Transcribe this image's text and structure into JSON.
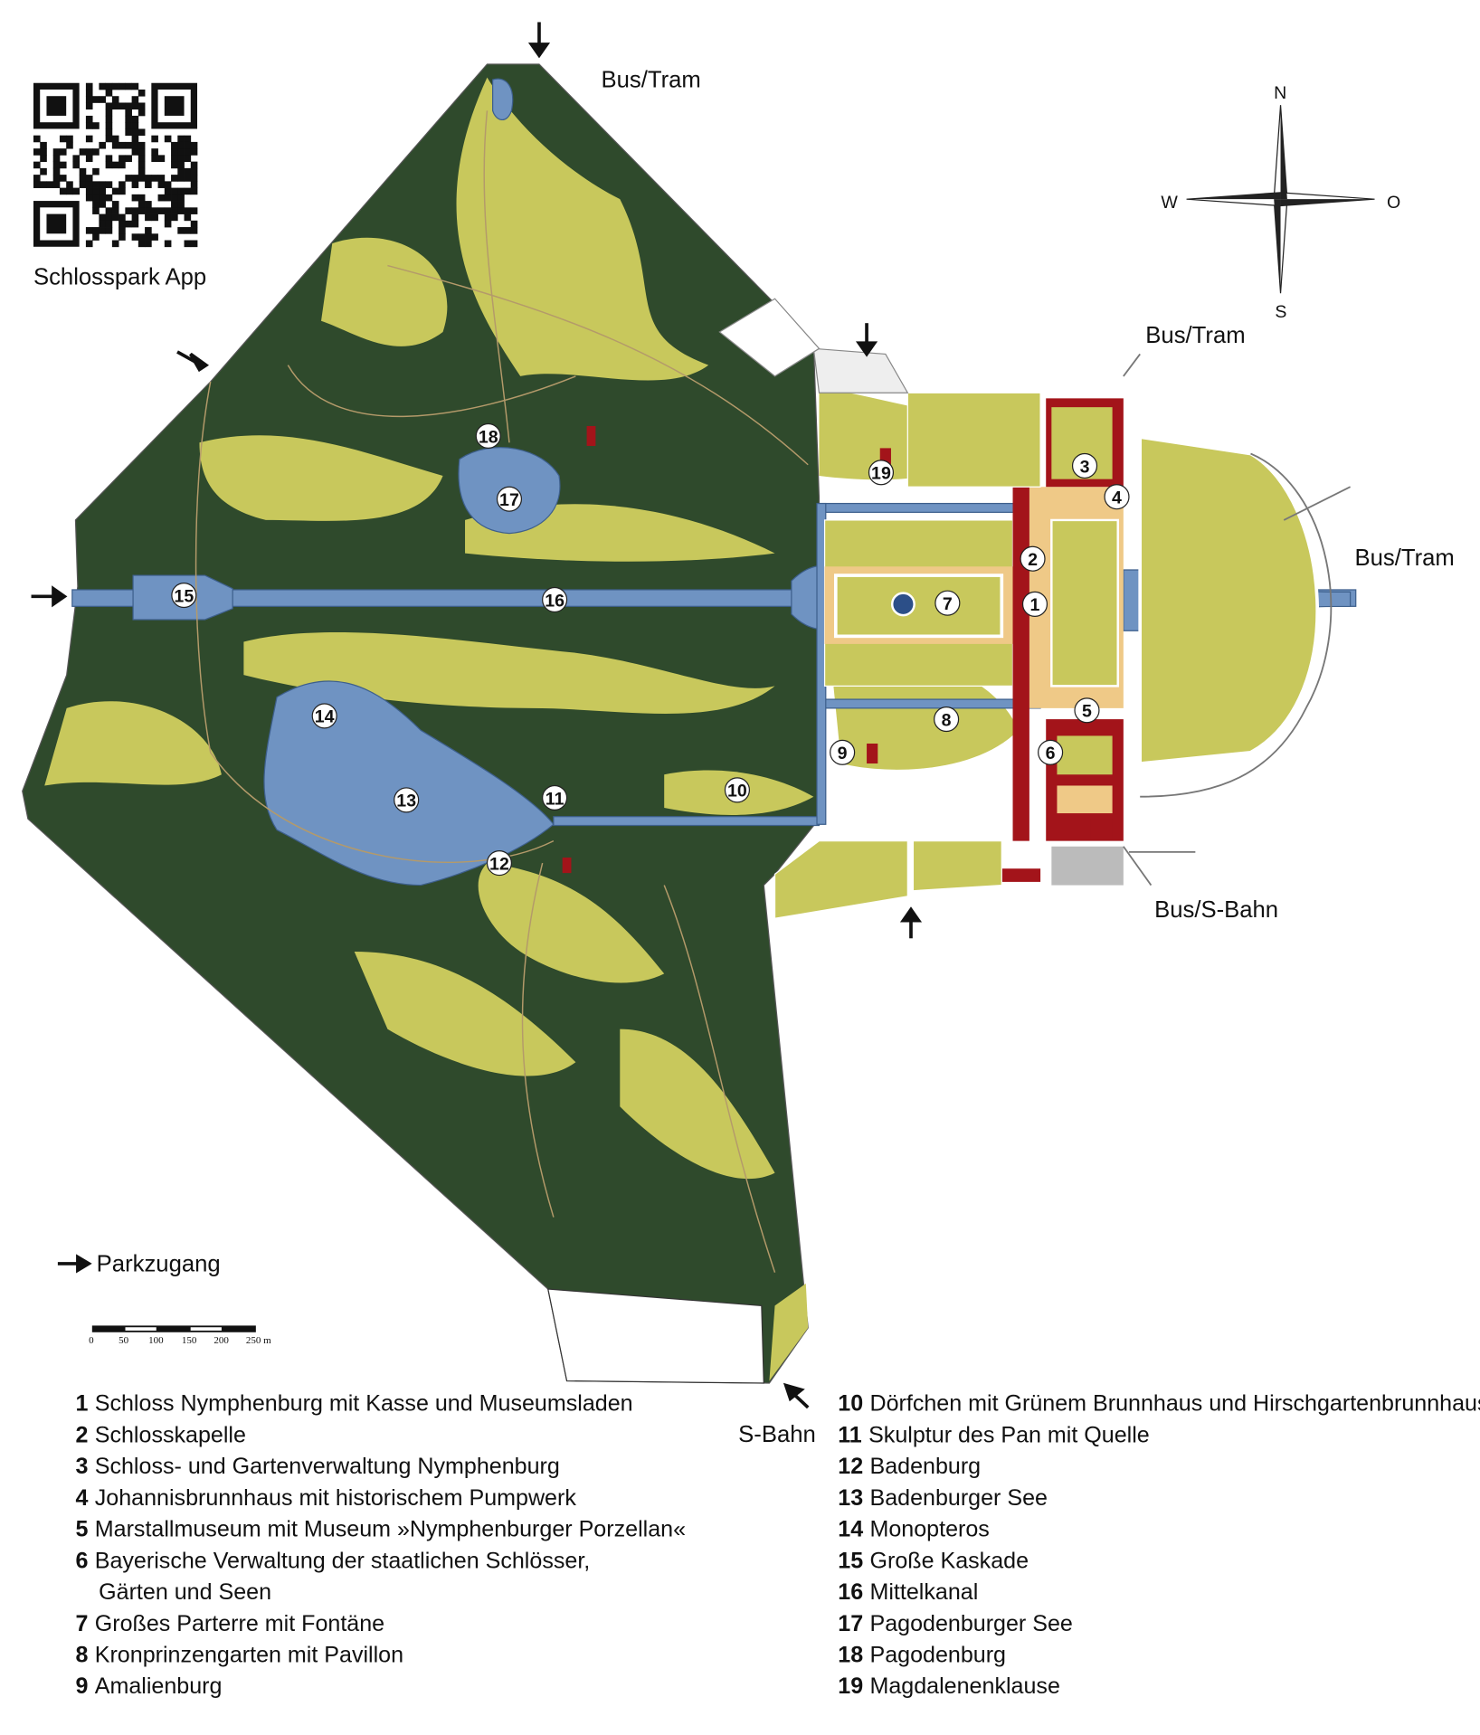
{
  "app": {
    "label": "Schlosspark App",
    "qr_icon": "qr-code"
  },
  "access_labels": {
    "bus_tram_north": "Bus/Tram",
    "bus_tram_northeast": "Bus/Tram",
    "bus_tram_east": "Bus/Tram",
    "bus_sbahn_southeast": "Bus/S-Bahn",
    "sbahn_south": "S-Bahn"
  },
  "compass": {
    "n": "N",
    "w": "W",
    "o": "O",
    "s": "S"
  },
  "key": {
    "parkzugang": "Parkzugang"
  },
  "scale_bar": {
    "ticks": [
      "0",
      "50",
      "100",
      "150",
      "200",
      "250 m"
    ]
  },
  "markers": [
    "1",
    "2",
    "3",
    "4",
    "5",
    "6",
    "7",
    "8",
    "9",
    "10",
    "11",
    "12",
    "13",
    "14",
    "15",
    "16",
    "17",
    "18",
    "19"
  ],
  "legend": [
    {
      "num": "1",
      "text": "Schloss Nymphenburg mit Kasse und Museumsladen"
    },
    {
      "num": "2",
      "text": "Schlosskapelle"
    },
    {
      "num": "3",
      "text": "Schloss- und Gartenverwaltung Nymphenburg"
    },
    {
      "num": "4",
      "text": "Johannisbrunnhaus mit historischem Pumpwerk"
    },
    {
      "num": "5",
      "text": "Marstallmuseum mit Museum »Nymphenburger Porzellan«"
    },
    {
      "num": "6",
      "text": "Bayerische Verwaltung der staatlichen Schlösser,",
      "text2": "Gärten und Seen"
    },
    {
      "num": "7",
      "text": "Großes Parterre mit Fontäne"
    },
    {
      "num": "8",
      "text": "Kronprinzengarten mit Pavillon"
    },
    {
      "num": "9",
      "text": "Amalienburg"
    },
    {
      "num": "10",
      "text": "Dörfchen mit Grünem Brunnhaus und Hirschgartenbrunnhaus"
    },
    {
      "num": "11",
      "text": "Skulptur des Pan mit Quelle"
    },
    {
      "num": "12",
      "text": "Badenburg"
    },
    {
      "num": "13",
      "text": "Badenburger See"
    },
    {
      "num": "14",
      "text": "Monopteros"
    },
    {
      "num": "15",
      "text": "Große Kaskade"
    },
    {
      "num": "16",
      "text": "Mittelkanal"
    },
    {
      "num": "17",
      "text": "Pagodenburger See"
    },
    {
      "num": "18",
      "text": "Pagodenburg"
    },
    {
      "num": "19",
      "text": "Magdalenenklause"
    }
  ],
  "colors": {
    "forest": "#2f4a2c",
    "meadow": "#c8c85c",
    "water": "#6f93c2",
    "building": "#a3141a",
    "parterre": "#efc987"
  }
}
